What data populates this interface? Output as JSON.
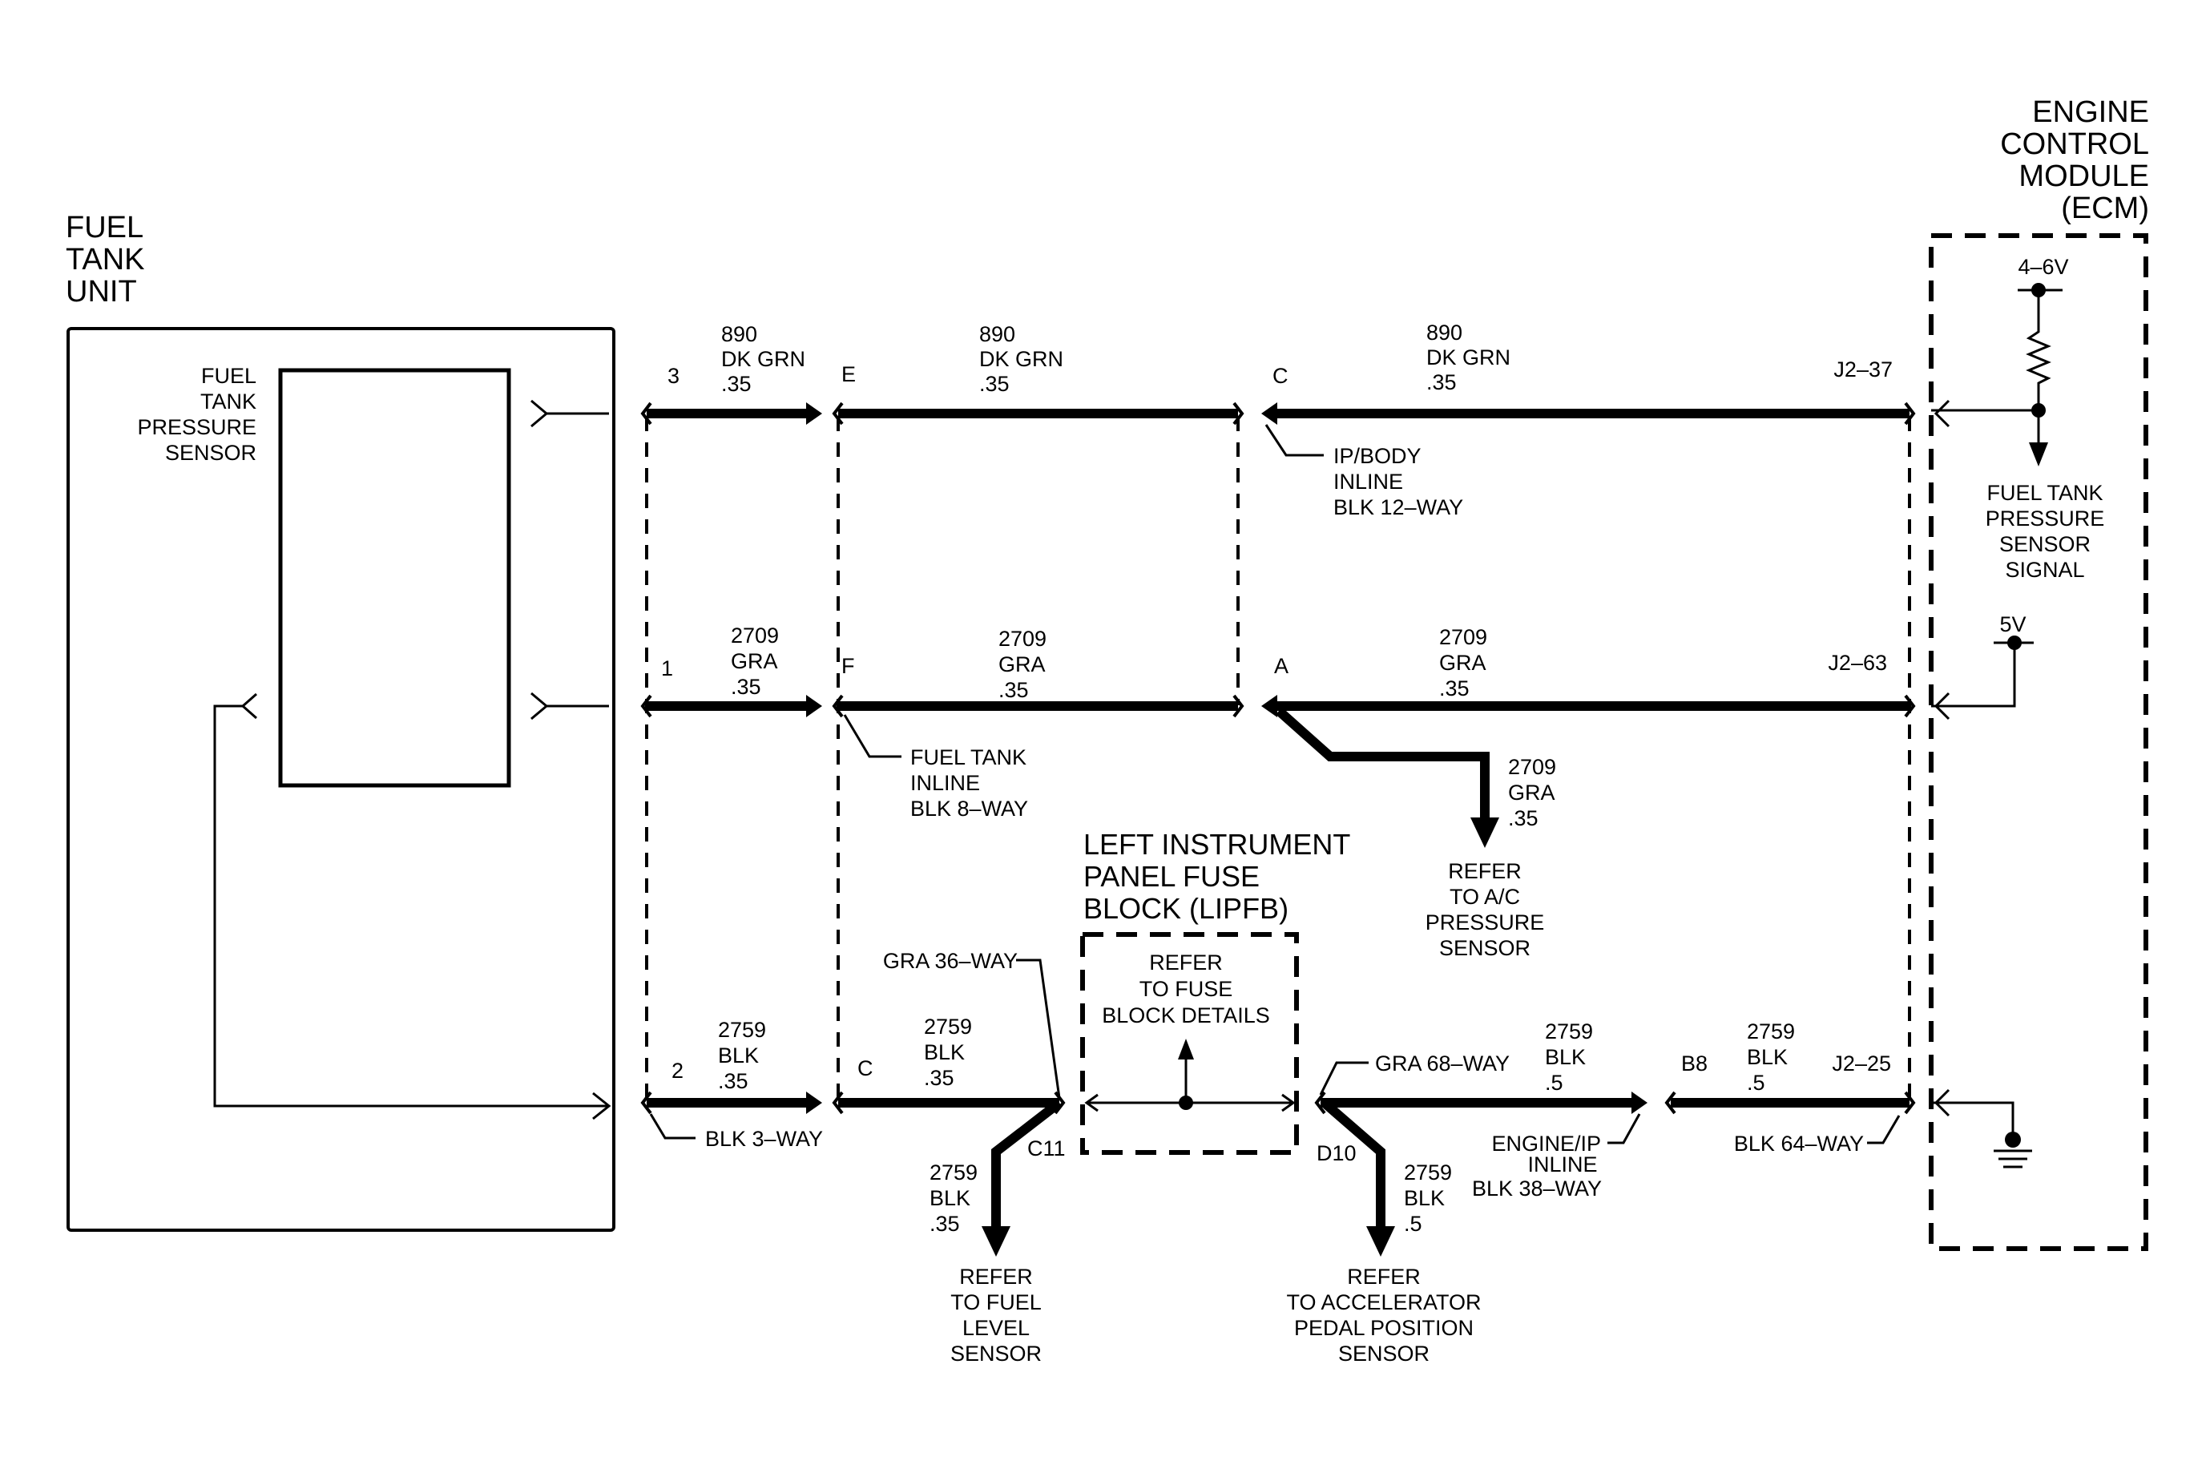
{
  "fuel_tank_unit": {
    "title": [
      "FUEL",
      "TANK",
      "UNIT"
    ],
    "sensor_label": [
      "FUEL",
      "TANK",
      "PRESSURE",
      "SENSOR"
    ]
  },
  "ecm": {
    "title": [
      "ENGINE",
      "CONTROL",
      "MODULE",
      "(ECM)"
    ],
    "ref_voltage": "4–6V",
    "signal_label": [
      "FUEL TANK",
      "PRESSURE",
      "SENSOR",
      "SIGNAL"
    ],
    "supply_voltage": "5V"
  },
  "circuits": {
    "top": {
      "pin_tank": "3",
      "pin_fuel_inline": "E",
      "pin_ip_inline": "C",
      "pin_ecm": "J2–37",
      "seg1": [
        "890",
        "DK GRN",
        ".35"
      ],
      "seg2": [
        "890",
        "DK GRN",
        ".35"
      ],
      "seg3": [
        "890",
        "DK GRN",
        ".35"
      ]
    },
    "middle": {
      "pin_tank": "1",
      "pin_fuel_inline": "F",
      "pin_ip_inline": "A",
      "pin_ecm": "J2–63",
      "seg1": [
        "2709",
        "GRA",
        ".35"
      ],
      "seg2": [
        "2709",
        "GRA",
        ".35"
      ],
      "seg3": [
        "2709",
        "GRA",
        ".35"
      ],
      "branch": [
        "2709",
        "GRA",
        ".35"
      ],
      "branch_ref": [
        "REFER",
        "TO A/C",
        "PRESSURE",
        "SENSOR"
      ]
    },
    "bottom": {
      "pin_tank": "2",
      "pin_fuel_inline": "C",
      "pin_c11": "C11",
      "pin_d10": "D10",
      "pin_b8": "B8",
      "pin_ecm": "J2–25",
      "seg1": [
        "2759",
        "BLK",
        ".35"
      ],
      "seg2": [
        "2759",
        "BLK",
        ".35"
      ],
      "seg3": [
        "2759",
        "BLK",
        ".5"
      ],
      "seg4": [
        "2759",
        "BLK",
        ".5"
      ],
      "branch_fuel": [
        "2759",
        "BLK",
        ".35"
      ],
      "branch_fuel_ref": [
        "REFER",
        "TO FUEL",
        "LEVEL",
        "SENSOR"
      ],
      "branch_accel": [
        "2759",
        "BLK",
        ".5"
      ],
      "branch_accel_ref": [
        "REFER",
        "TO ACCELERATOR",
        "PEDAL POSITION",
        "SENSOR"
      ]
    }
  },
  "connectors": {
    "ip_body_inline": [
      "IP/BODY",
      "INLINE",
      "BLK 12–WAY"
    ],
    "fuel_tank_inline": [
      "FUEL TANK",
      "INLINE",
      "BLK 8–WAY"
    ],
    "blk_3way": "BLK 3–WAY",
    "gra_36way": "GRA 36–WAY",
    "gra_68way": "GRA 68–WAY",
    "engine_ip_inline": [
      "ENGINE/IP",
      "INLINE",
      "BLK 38–WAY"
    ],
    "blk_64way": "BLK 64–WAY"
  },
  "lipfb": {
    "title": [
      "LEFT INSTRUMENT",
      "PANEL FUSE",
      "BLOCK (LIPFB)"
    ],
    "ref": [
      "REFER",
      "TO FUSE",
      "BLOCK DETAILS"
    ]
  }
}
